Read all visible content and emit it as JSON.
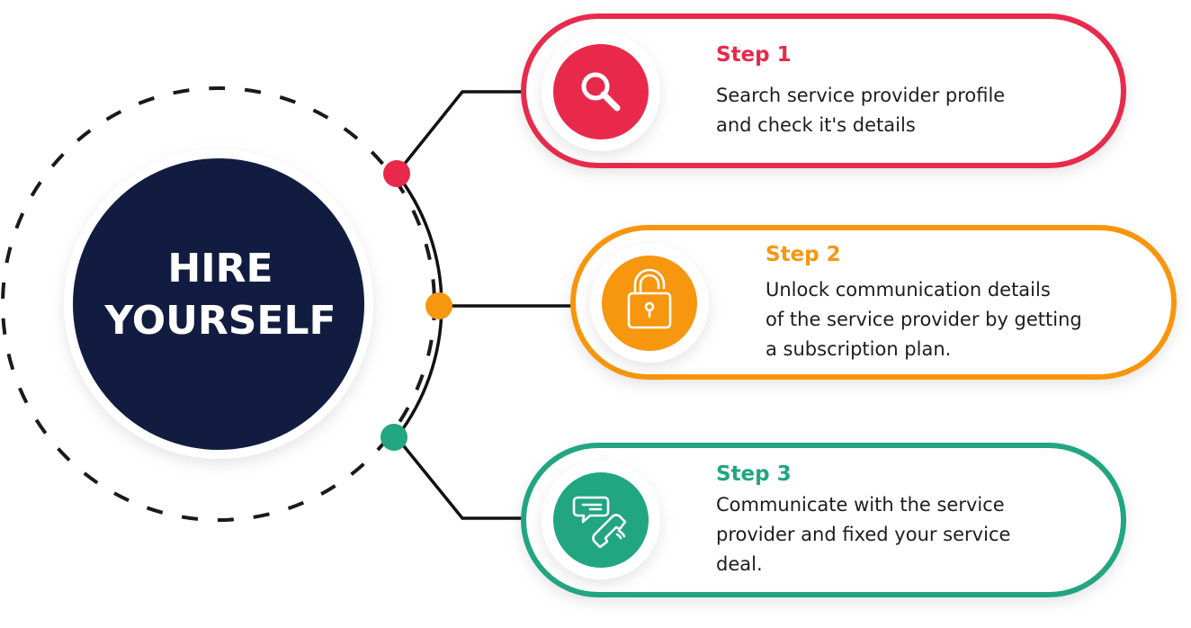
{
  "hub": {
    "title_line1": "HIRE",
    "title_line2": "YOURSELF"
  },
  "colors": {
    "navy": "#111c40",
    "step1": "#e8294b",
    "step2": "#f7960f",
    "step3": "#22a581"
  },
  "steps": [
    {
      "title": "Step 1",
      "lines": [
        "Search service provider profile",
        "and check it's details"
      ],
      "icon": "search-icon"
    },
    {
      "title": "Step 2",
      "lines": [
        "Unlock communication details",
        "of the service provider by getting",
        "a subscription plan."
      ],
      "icon": "unlock-icon"
    },
    {
      "title": "Step 3",
      "lines": [
        "Communicate with the service",
        "provider and fixed your service",
        "deal."
      ],
      "icon": "phone-chat-icon"
    }
  ]
}
